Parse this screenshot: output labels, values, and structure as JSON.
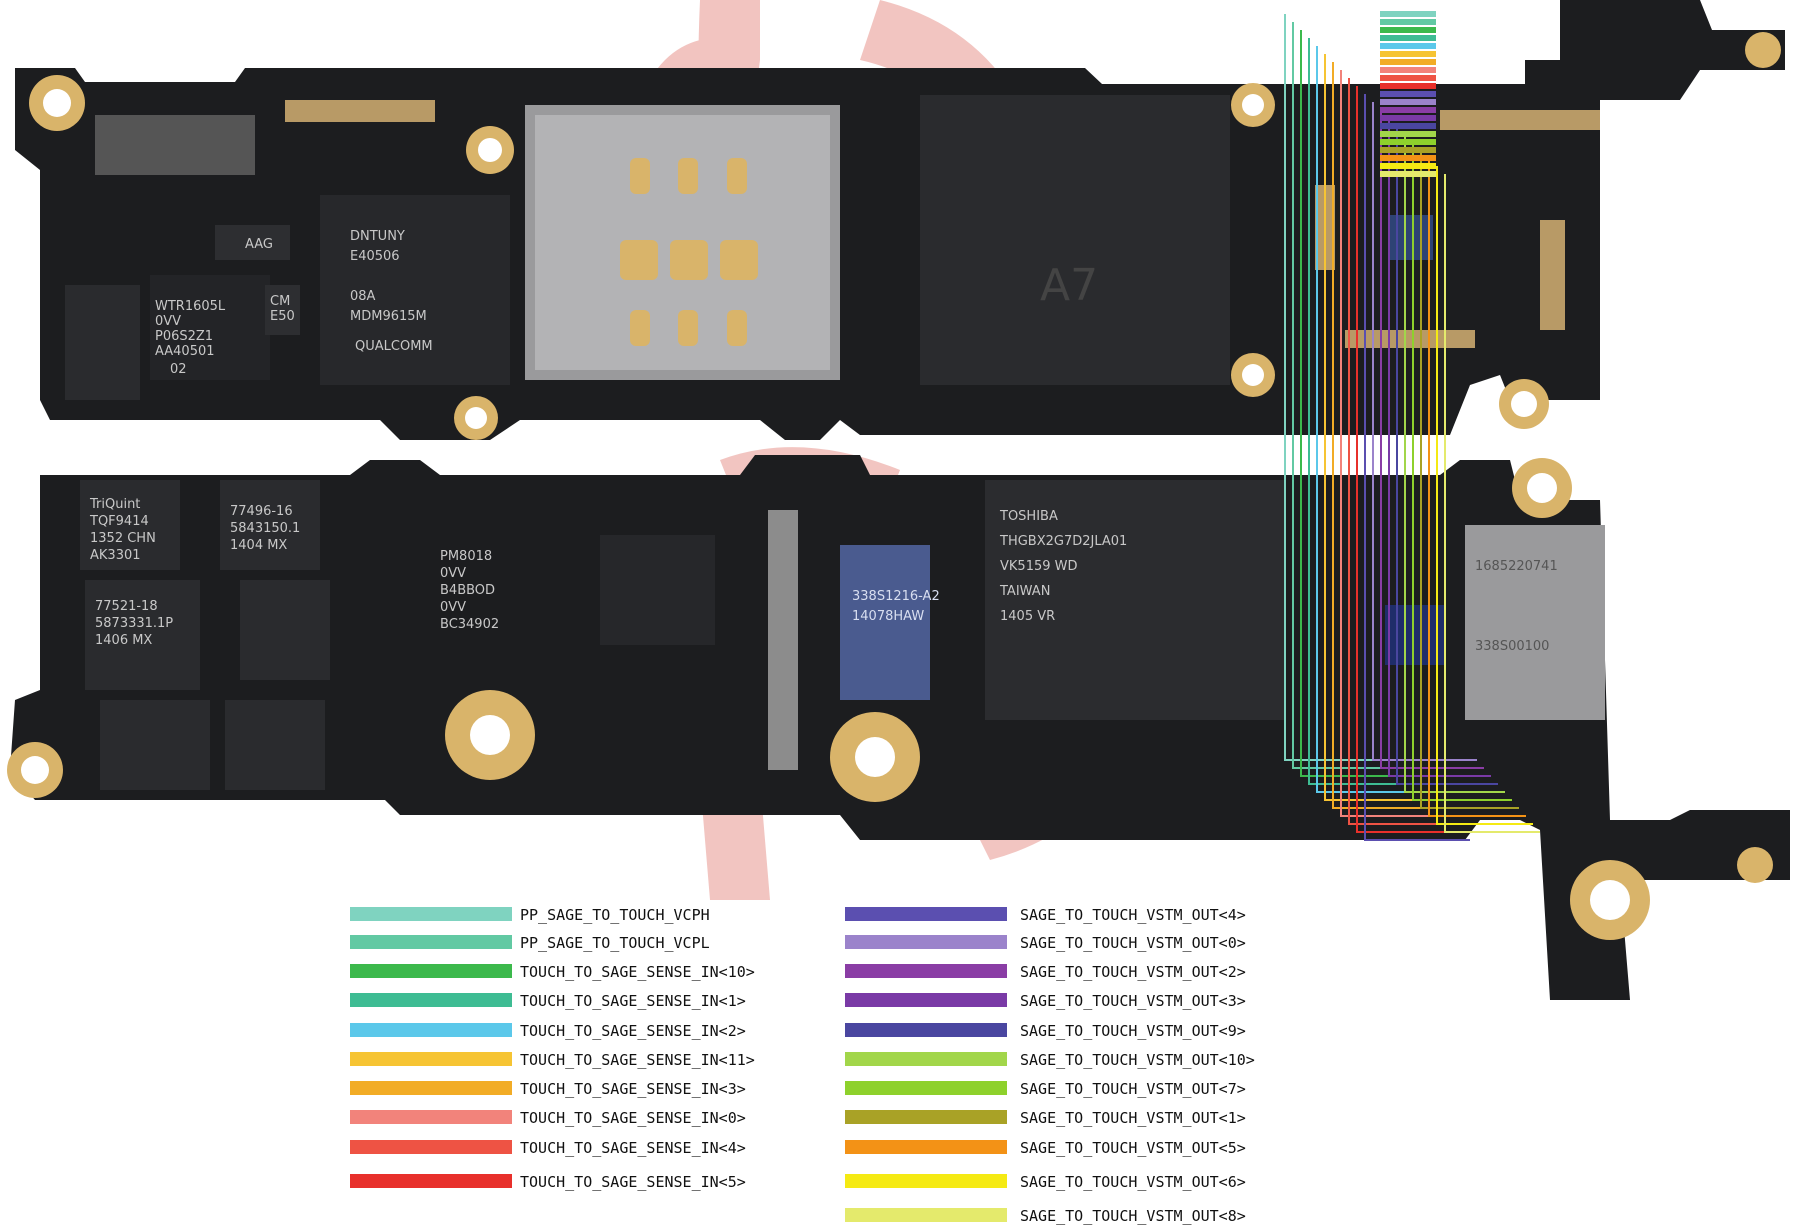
{
  "board": {
    "upper_components": [
      {
        "id": "wtr",
        "lines": [
          "WTR1605L",
          "0VV",
          "P06S2Z1",
          "AA40501",
          "02"
        ]
      },
      {
        "id": "qualcomm",
        "lines": [
          "DNTUNY",
          "E40506",
          "08A",
          "MDM9615M",
          "QUALCOMM"
        ]
      },
      {
        "id": "cm",
        "lines": [
          "CM",
          "E50"
        ]
      },
      {
        "id": "aag",
        "lines": [
          "AAG"
        ]
      },
      {
        "id": "a7",
        "lines": [
          "A7"
        ]
      }
    ],
    "lower_components": [
      {
        "id": "triquint",
        "lines": [
          "TriQuint",
          "TQF9414",
          "1352 CHN",
          "AK3301"
        ]
      },
      {
        "id": "chip77496",
        "lines": [
          "77496-16",
          "5843150.1",
          "1404  MX"
        ]
      },
      {
        "id": "chip77521",
        "lines": [
          "77521-18",
          "5873331.1P",
          "1406  MX"
        ]
      },
      {
        "id": "chipPM",
        "lines": [
          "PM8018",
          "0VV",
          "B4BBOD",
          "0VV",
          "BC34902"
        ]
      },
      {
        "id": "chip338",
        "lines": [
          "338S1216-A2",
          "14078HAW"
        ]
      },
      {
        "id": "toshiba",
        "lines": [
          "TOSHIBA",
          "THGBX2G7D2JLA01",
          "VK5159 WD",
          "TAIWAN",
          "1405 VR"
        ]
      },
      {
        "id": "chip338b",
        "lines": [
          "338S00100"
        ]
      },
      {
        "id": "chip1685",
        "lines": [
          "1685220741"
        ]
      }
    ]
  },
  "legend": {
    "left": [
      {
        "label": "PP_SAGE_TO_TOUCH_VCPH",
        "color": "#7fd3c0"
      },
      {
        "label": "PP_SAGE_TO_TOUCH_VCPL",
        "color": "#62c9a3"
      },
      {
        "label": "TOUCH_TO_SAGE_SENSE_IN<10>",
        "color": "#3cb94c"
      },
      {
        "label": "TOUCH_TO_SAGE_SENSE_IN<1>",
        "color": "#3ebc93"
      },
      {
        "label": "TOUCH_TO_SAGE_SENSE_IN<2>",
        "color": "#5bc8ea"
      },
      {
        "label": "TOUCH_TO_SAGE_SENSE_IN<11>",
        "color": "#f6c433"
      },
      {
        "label": "TOUCH_TO_SAGE_SENSE_IN<3>",
        "color": "#f2ac26"
      },
      {
        "label": "TOUCH_TO_SAGE_SENSE_IN<0>",
        "color": "#f2837b"
      },
      {
        "label": "TOUCH_TO_SAGE_SENSE_IN<4>",
        "color": "#ee5344"
      },
      {
        "label": "TOUCH_TO_SAGE_SENSE_IN<5>",
        "color": "#e8302b"
      }
    ],
    "right": [
      {
        "label": "SAGE_TO_TOUCH_VSTM_OUT<4>",
        "color": "#5b4fb0"
      },
      {
        "label": "SAGE_TO_TOUCH_VSTM_OUT<0>",
        "color": "#9b83cb"
      },
      {
        "label": "SAGE_TO_TOUCH_VSTM_OUT<2>",
        "color": "#8a3da5"
      },
      {
        "label": "SAGE_TO_TOUCH_VSTM_OUT<3>",
        "color": "#7a3aa6"
      },
      {
        "label": "SAGE_TO_TOUCH_VSTM_OUT<9>",
        "color": "#4a46a0"
      },
      {
        "label": "SAGE_TO_TOUCH_VSTM_OUT<10>",
        "color": "#a2d64a"
      },
      {
        "label": "SAGE_TO_TOUCH_VSTM_OUT<7>",
        "color": "#8ed12c"
      },
      {
        "label": "SAGE_TO_TOUCH_VSTM_OUT<1>",
        "color": "#a9a226"
      },
      {
        "label": "SAGE_TO_TOUCH_VSTM_OUT<5>",
        "color": "#f39216"
      },
      {
        "label": "SAGE_TO_TOUCH_VSTM_OUT<6>",
        "color": "#f5ea13"
      },
      {
        "label": "SAGE_TO_TOUCH_VSTM_OUT<8>",
        "color": "#e4ea6c"
      }
    ]
  },
  "colors": {
    "pcb": "#1c1d1f",
    "pad_gold": "#d9b46a",
    "shield": "#9a9a9c",
    "watermark": "#e8958e"
  }
}
